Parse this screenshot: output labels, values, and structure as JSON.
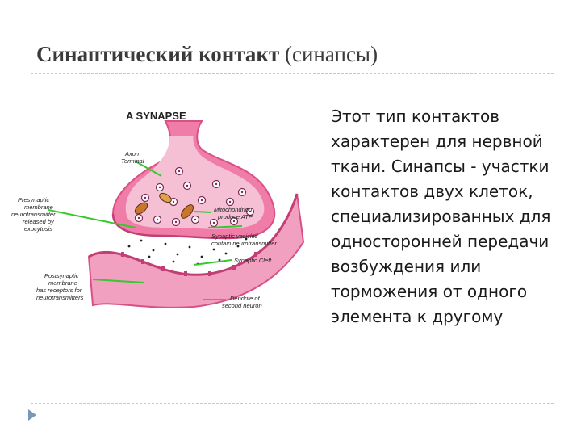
{
  "slide": {
    "title_bold": "Синаптический контакт",
    "title_normal": "(синапсы)",
    "body": "Этот тип контактов характерен для нервной ткани. Синапсы - участки контактов двух клеток, специализированных для односторонней передачи возбуждения или торможения от одного элемента к другому"
  },
  "figure": {
    "title": "A SYNAPSE",
    "labels": {
      "axon_1": "Axon",
      "axon_2": "Terminal",
      "pre_1": "Presynaptic",
      "pre_2": "membrane",
      "pre_3": "neurotransmitter",
      "pre_4": "released by",
      "pre_5": "exocytosis",
      "mito_1": "Mitochondrion",
      "mito_2": "produce ATP",
      "ves_1": "Synaptic vesicles",
      "ves_2": "contain neurotransmitter",
      "cleft": "Synaptic Cleft",
      "post_1": "Postsynaptic",
      "post_2": "membrane",
      "post_3": "has receptors for",
      "post_4": "neurotransmitters",
      "den_1": "Dendrite of",
      "den_2": "second neuron"
    },
    "colors": {
      "terminal_fill": "#f07ca8",
      "terminal_inner": "#f5bfd4",
      "membrane": "#d94f86",
      "dendrite_fill": "#f2a0c0",
      "leader_line": "#35c82f",
      "vesicle": "#ffffff",
      "mitochondrion": "#c9762c"
    }
  }
}
